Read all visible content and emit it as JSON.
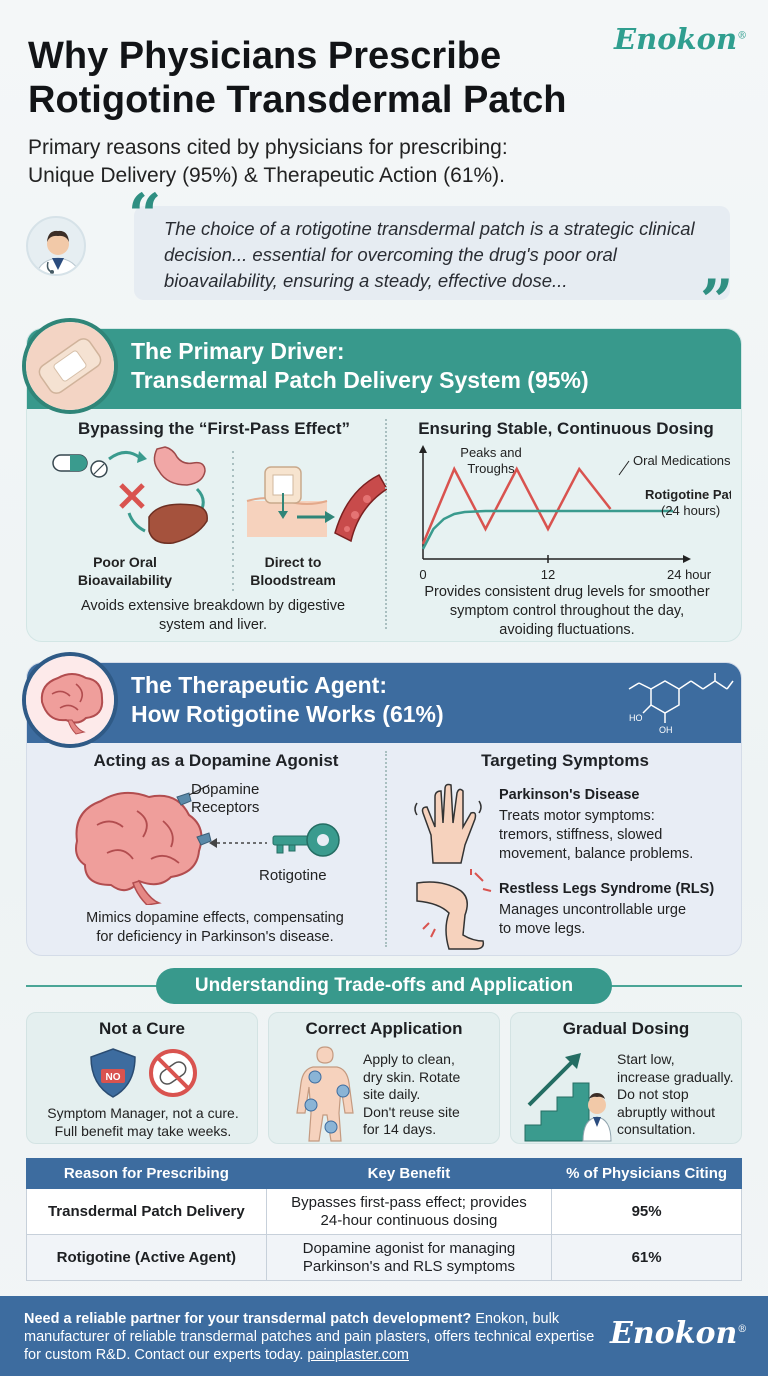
{
  "header": {
    "title_line1": "Why Physicians Prescribe",
    "title_line2": "Rotigotine Transdermal Patch",
    "brand": "Enokon",
    "brand_mark": "®",
    "subtitle_line1": "Primary reasons cited by physicians for prescribing:",
    "subtitle_line2": "Unique Delivery (95%) & Therapeutic Action (61%)."
  },
  "quote": {
    "text": "The choice of a rotigotine transdermal patch is a strategic clinical decision... essential for overcoming the drug's poor oral bioavailability, ensuring a steady, effective dose..."
  },
  "section1": {
    "title_line1": "The Primary Driver:",
    "title_line2": "Transdermal Patch Delivery System (95%)",
    "left_heading": "Bypassing the “First-Pass Effect”",
    "label_oral_1": "Poor Oral",
    "label_oral_2": "Bioavailability",
    "label_direct_1": "Direct to",
    "label_direct_2": "Bloodstream",
    "left_desc_1": "Avoids extensive breakdown by digestive",
    "left_desc_2": "system and liver.",
    "right_heading": "Ensuring Stable, Continuous Dosing",
    "right_desc_1": "Provides consistent drug levels for smoother",
    "right_desc_2": "symptom control throughout the day,",
    "right_desc_3": "avoiding fluctuations."
  },
  "chart_data": {
    "type": "line",
    "x_ticks": [
      "0",
      "12",
      "24 hour"
    ],
    "xlim": [
      0,
      24
    ],
    "annotations": [
      "Peaks and",
      "Troughs"
    ],
    "series": [
      {
        "name": "Oral Medications",
        "x": [
          0,
          3,
          6,
          9,
          12,
          15,
          18
        ],
        "y": [
          0.15,
          0.9,
          0.3,
          0.9,
          0.3,
          0.9,
          0.5
        ],
        "color": "#d9534f"
      },
      {
        "name": "Rotigotine Patch",
        "name_note": "(24 hours)",
        "x": [
          0,
          1,
          2,
          3,
          4,
          6,
          24
        ],
        "y": [
          0.1,
          0.3,
          0.4,
          0.45,
          0.47,
          0.48,
          0.48
        ],
        "color": "#3a9b8e"
      }
    ]
  },
  "section2": {
    "title_line1": "The Therapeutic Agent:",
    "title_line2": "How Rotigotine Works (61%)",
    "molecule_labels": [
      "HO",
      "OH"
    ],
    "left_heading": "Acting as a Dopamine Agonist",
    "label_receptors_1": "Dopamine",
    "label_receptors_2": "Receptors",
    "label_key": "Rotigotine",
    "left_desc_1": "Mimics dopamine effects, compensating",
    "left_desc_2": "for deficiency in Parkinson's disease.",
    "right_heading": "Targeting Symptoms",
    "pd_title": "Parkinson's Disease",
    "pd_line1": "Treats motor symptoms:",
    "pd_line2": "tremors, stiffness, slowed",
    "pd_line3": "movement, balance problems.",
    "rls_title": "Restless Legs Syndrome (RLS)",
    "rls_line1": "Manages uncontrollable urge",
    "rls_line2": "to move legs."
  },
  "tradeoffs": {
    "heading": "Understanding Trade-offs and Application",
    "cards": [
      {
        "title": "Not a Cure",
        "badge": "NO",
        "line1": "Symptom Manager, not a cure.",
        "line2": "Full benefit may take weeks."
      },
      {
        "title": "Correct Application",
        "line1": "Apply to clean,",
        "line2": "dry skin. Rotate",
        "line3": "site daily.",
        "line4": "Don't reuse site",
        "line5": "for 14 days."
      },
      {
        "title": "Gradual Dosing",
        "line1": "Start low,",
        "line2": "increase gradually.",
        "line3": "Do not stop",
        "line4": "abruptly without",
        "line5": "consultation."
      }
    ]
  },
  "table": {
    "headers": [
      "Reason for Prescribing",
      "Key Benefit",
      "% of Physicians Citing"
    ],
    "rows": [
      {
        "reason": "Transdermal Patch Delivery",
        "benefit_1": "Bypasses first-pass effect; provides",
        "benefit_2": "24-hour continuous dosing",
        "pct": "95%"
      },
      {
        "reason": "Rotigotine (Active Agent)",
        "benefit_1": "Dopamine agonist for managing",
        "benefit_2": "Parkinson's and RLS symptoms",
        "pct": "61%"
      }
    ]
  },
  "footer": {
    "bold": "Need a reliable partner for your transdermal patch development?",
    "rest": " Enokon, bulk manufacturer of reliable transdermal patches and pain plasters, offers technical expertise for custom R&D. Contact our experts today. ",
    "link": "painplaster.com",
    "brand": "Enokon"
  },
  "colors": {
    "teal": "#38998c",
    "blue": "#3d6c9f",
    "red": "#d9534f"
  }
}
